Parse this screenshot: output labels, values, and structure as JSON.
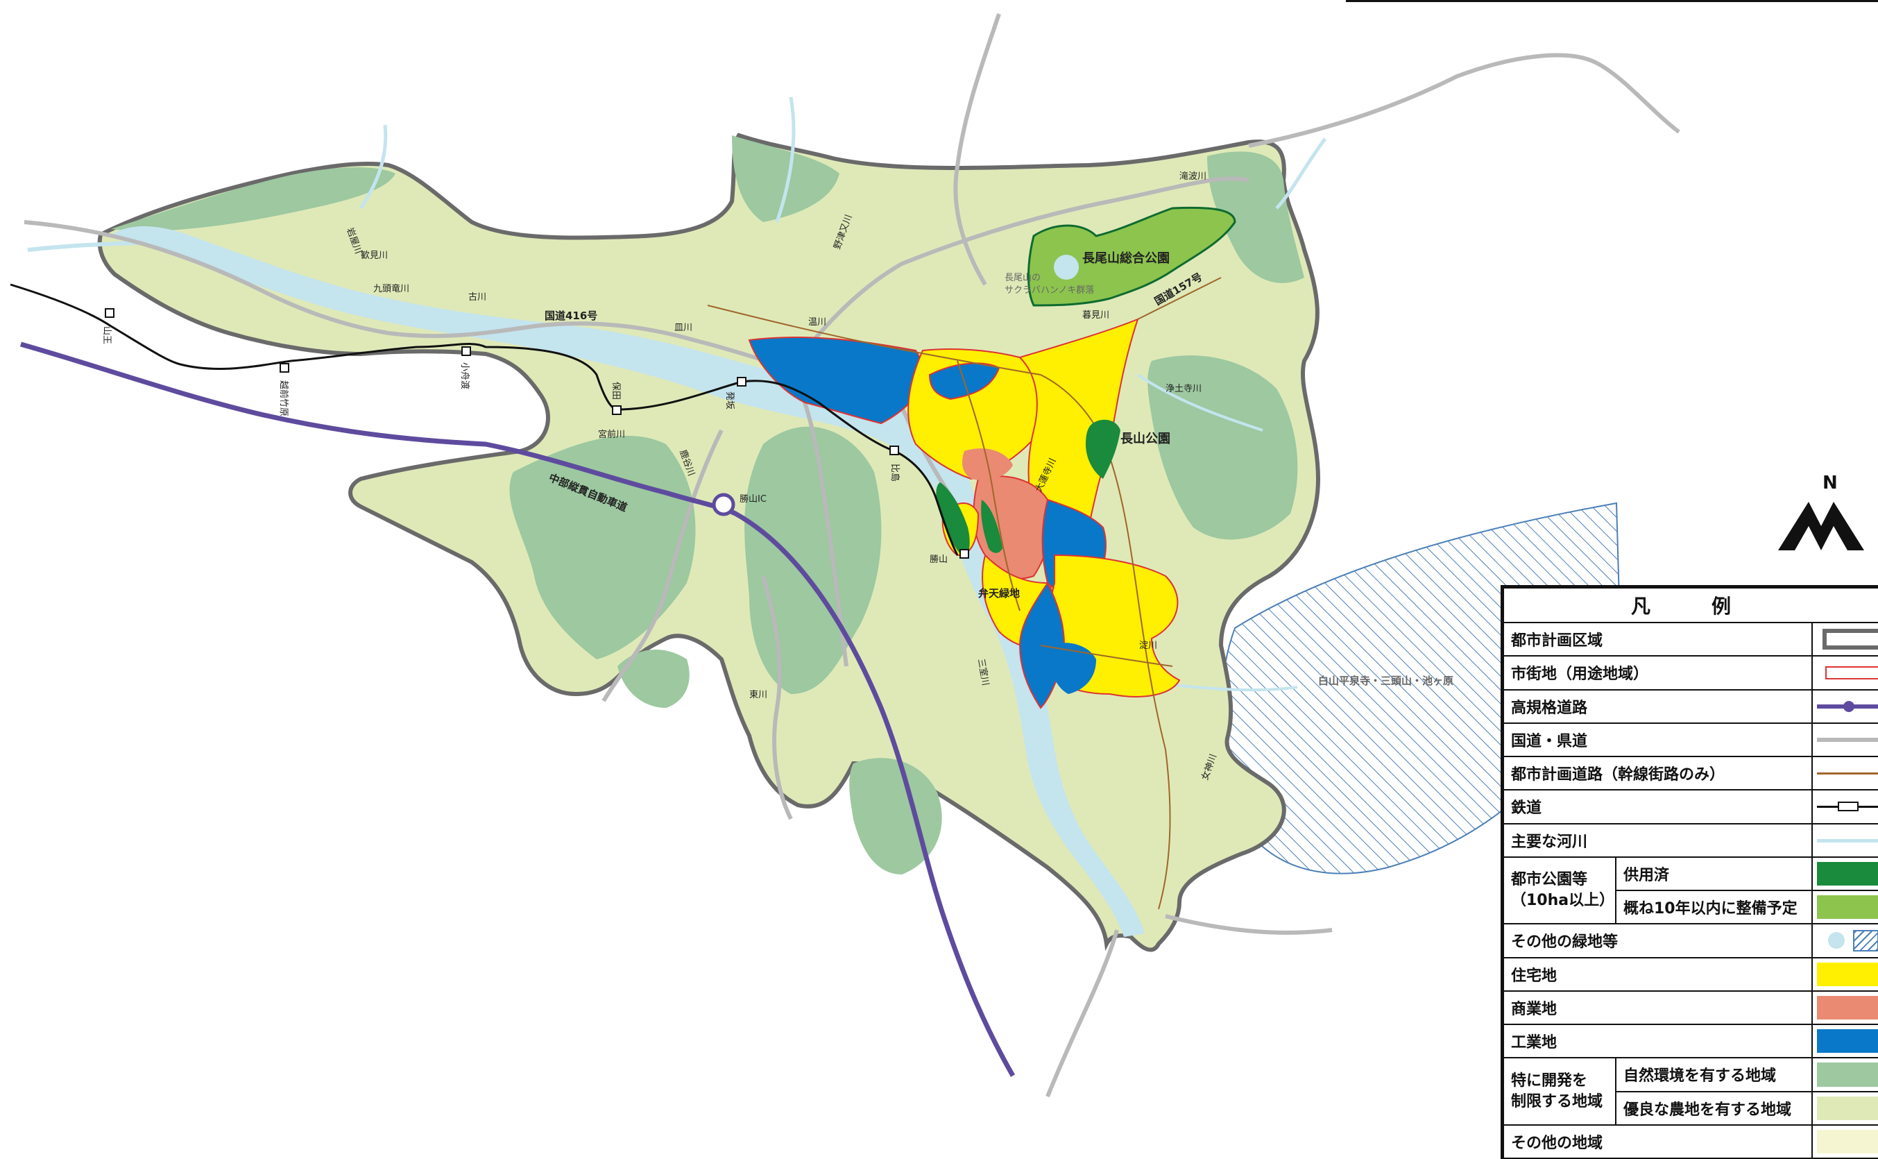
{
  "map": {
    "places": {
      "nagaoyama_park": "長尾山総合公園",
      "nagaoyama_sakura": "長尾山の",
      "sakura_village": "サクラバハンノキ群落",
      "nagayama_park": "長山公園",
      "benten": "弁天緑地",
      "katsuyama_ic": "勝山IC",
      "hakusan": "白山平泉寺・三頭山・池ヶ原"
    },
    "roads": {
      "r416": "国道416号",
      "r157": "国道157号",
      "expressway": "中部縦貫自動車道"
    },
    "rivers": {
      "takinami": "滝波川",
      "nozuma": "野津又川",
      "iwaya": "岩屋川",
      "kanmi": "歓見川",
      "kuzuryu": "九頭竜川",
      "furu": "古川",
      "sara": "皿川",
      "on": "温川",
      "kurami": "暮見川",
      "jodoji": "浄土寺川",
      "daishoji": "大蓮寺川",
      "kashiwaya": "鹿谷川",
      "higashi": "東川",
      "mimuro": "三室川",
      "yodo": "淀川",
      "megami": "女神川"
    },
    "stations": {
      "sanno": "山王",
      "echizen_takehara": "越前竹原",
      "kobunato": "小舟渡",
      "hota": "保田",
      "hossaka": "発坂",
      "miyamae": "宮前川",
      "hijima": "比島",
      "katsuyama": "勝山"
    }
  },
  "legend": {
    "title": "凡　例",
    "rows": [
      {
        "label": "都市計画区域"
      },
      {
        "label": "市街地（用途地域）"
      },
      {
        "label": "高規格道路"
      },
      {
        "label": "国道・県道"
      },
      {
        "label": "都市計画道路（幹線街路のみ）"
      },
      {
        "label": "鉄道"
      },
      {
        "label": "主要な河川"
      }
    ],
    "park_group": "都市公園等",
    "park_group_sub": "（10ha以上）",
    "park_open": "供用済",
    "park_plan": "概ね10年以内に整備予定",
    "other_green": "その他の緑地等",
    "residential": "住宅地",
    "commercial": "商業地",
    "industrial": "工業地",
    "restrict_group_1": "特に開発を",
    "restrict_group_2": "制限する地域",
    "restrict_nature": "自然環境を有する地域",
    "restrict_farm": "優良な農地を有する地域",
    "other_area": "その他の地域"
  },
  "north": "N",
  "colors": {
    "nature": "#9dc8a0",
    "farm": "#dfe9b8",
    "other": "#f6f5d2",
    "residential": "#ffef00",
    "commercial": "#ea8a73",
    "industrial": "#0a78c8",
    "park_open": "#1a8a3c",
    "park_plan": "#8cc44e",
    "river": "#c4e4ee",
    "expressway": "#5e4b9e",
    "road": "#b9b9b9",
    "boundary": "#6a6a6a"
  }
}
